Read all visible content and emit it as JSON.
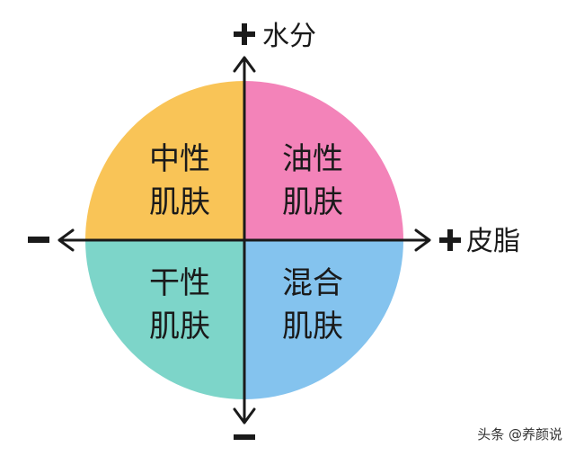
{
  "quadrants": {
    "top_left": {
      "line1": "中性",
      "line2": "肌肤",
      "color": "#F9C457"
    },
    "top_right": {
      "line1": "油性",
      "line2": "肌肤",
      "color": "#F383B9"
    },
    "bottom_left": {
      "line1": "干性",
      "line2": "肌肤",
      "color": "#7DD5C9"
    },
    "bottom_right": {
      "line1": "混合",
      "line2": "肌肤",
      "color": "#84C3EE"
    }
  },
  "axes": {
    "vertical_positive_label": "水分",
    "horizontal_positive_label": "皮脂",
    "color": "#1a1a1a"
  },
  "watermark": "头条 @养颜说"
}
